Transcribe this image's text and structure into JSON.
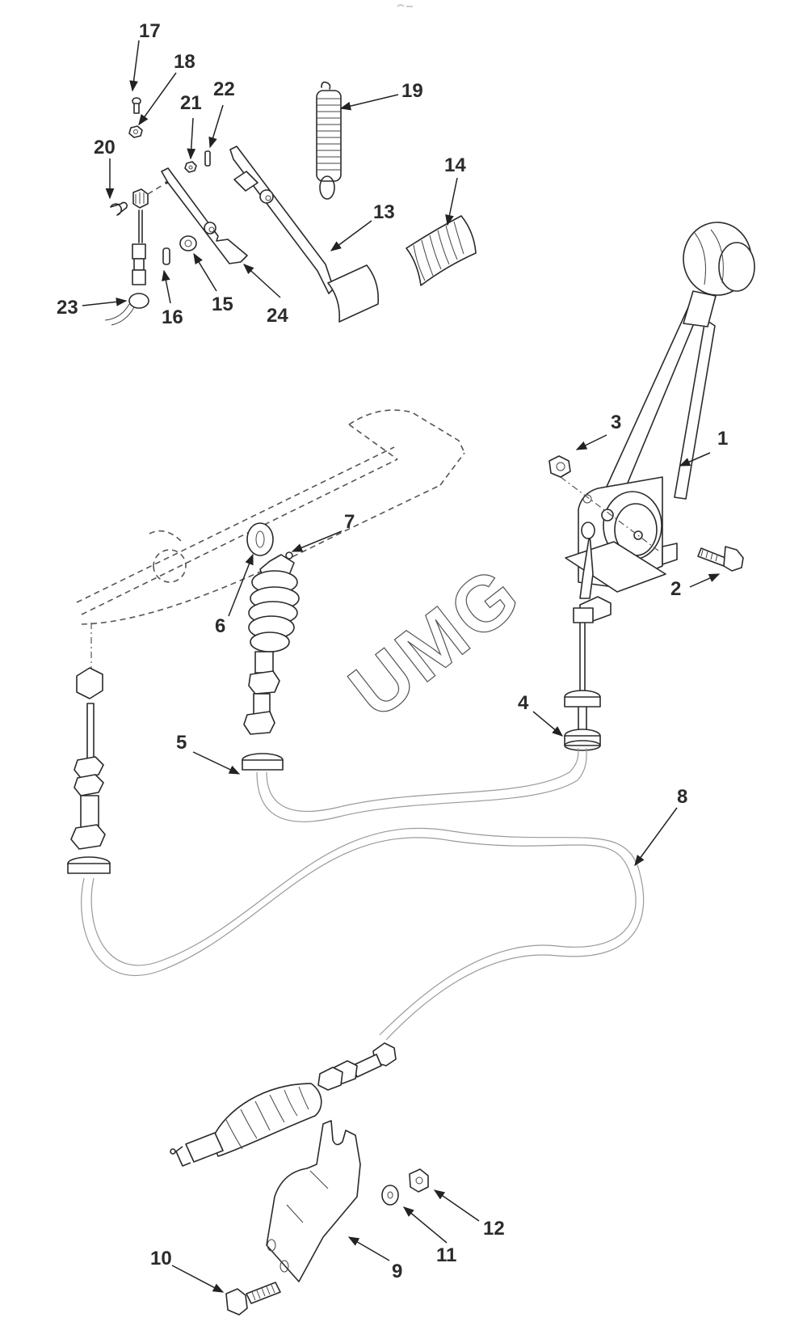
{
  "diagram": {
    "title": "Brake pedal / parking brake lever and cable assembly — exploded parts view",
    "watermark": "UMG",
    "background_color": "#ffffff",
    "line_color": "#2a2a2a",
    "callouts": [
      {
        "id": "1",
        "label": "1",
        "part": "parking-brake-lever"
      },
      {
        "id": "2",
        "label": "2",
        "part": "bolt"
      },
      {
        "id": "3",
        "label": "3",
        "part": "hex-nut"
      },
      {
        "id": "4",
        "label": "4",
        "part": "cable-grommet"
      },
      {
        "id": "5",
        "label": "5",
        "part": "cable-grommet"
      },
      {
        "id": "6",
        "label": "6",
        "part": "washer"
      },
      {
        "id": "7",
        "label": "7",
        "part": "cotter-pin"
      },
      {
        "id": "8",
        "label": "8",
        "part": "brake-cable"
      },
      {
        "id": "9",
        "label": "9",
        "part": "cable-bracket"
      },
      {
        "id": "10",
        "label": "10",
        "part": "bolt"
      },
      {
        "id": "11",
        "label": "11",
        "part": "washer"
      },
      {
        "id": "12",
        "label": "12",
        "part": "hex-nut"
      },
      {
        "id": "13",
        "label": "13",
        "part": "brake-pedal"
      },
      {
        "id": "14",
        "label": "14",
        "part": "pedal-pad"
      },
      {
        "id": "15",
        "label": "15",
        "part": "bushing"
      },
      {
        "id": "16",
        "label": "16",
        "part": "roll-pin"
      },
      {
        "id": "17",
        "label": "17",
        "part": "screw"
      },
      {
        "id": "18",
        "label": "18",
        "part": "nut"
      },
      {
        "id": "19",
        "label": "19",
        "part": "return-spring"
      },
      {
        "id": "20",
        "label": "20",
        "part": "clevis-pin"
      },
      {
        "id": "21",
        "label": "21",
        "part": "nut"
      },
      {
        "id": "22",
        "label": "22",
        "part": "roll-pin"
      },
      {
        "id": "23",
        "label": "23",
        "part": "cable-end"
      },
      {
        "id": "24",
        "label": "24",
        "part": "pedal-arm"
      }
    ]
  }
}
